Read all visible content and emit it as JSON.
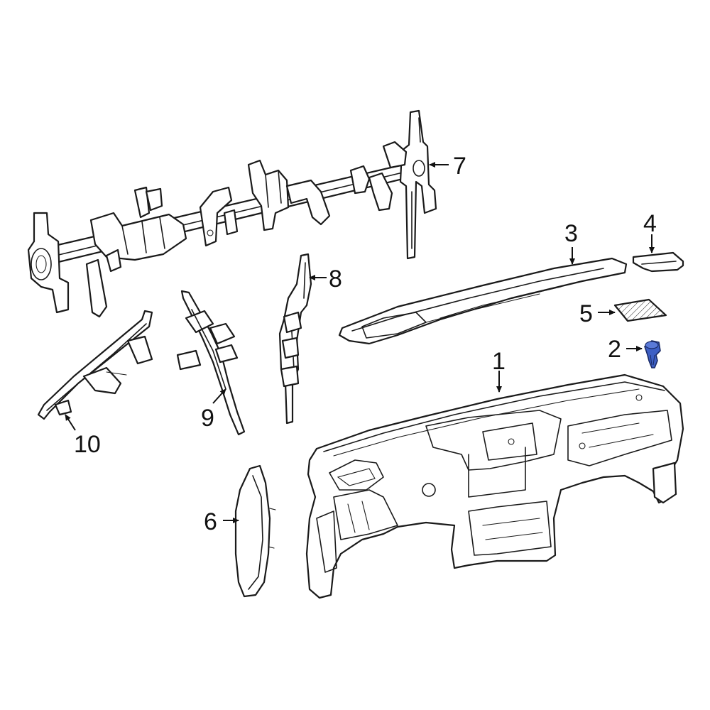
{
  "diagram": {
    "type": "exploded parts diagram",
    "highlight_color": "#3d5fc4",
    "line_color": "#1a1a1a",
    "background": "#ffffff",
    "callouts": [
      {
        "id": "1",
        "label": "1"
      },
      {
        "id": "2",
        "label": "2",
        "highlighted": true
      },
      {
        "id": "3",
        "label": "3"
      },
      {
        "id": "4",
        "label": "4"
      },
      {
        "id": "5",
        "label": "5"
      },
      {
        "id": "6",
        "label": "6"
      },
      {
        "id": "7",
        "label": "7"
      },
      {
        "id": "8",
        "label": "8"
      },
      {
        "id": "9",
        "label": "9"
      },
      {
        "id": "10",
        "label": "10"
      }
    ]
  }
}
